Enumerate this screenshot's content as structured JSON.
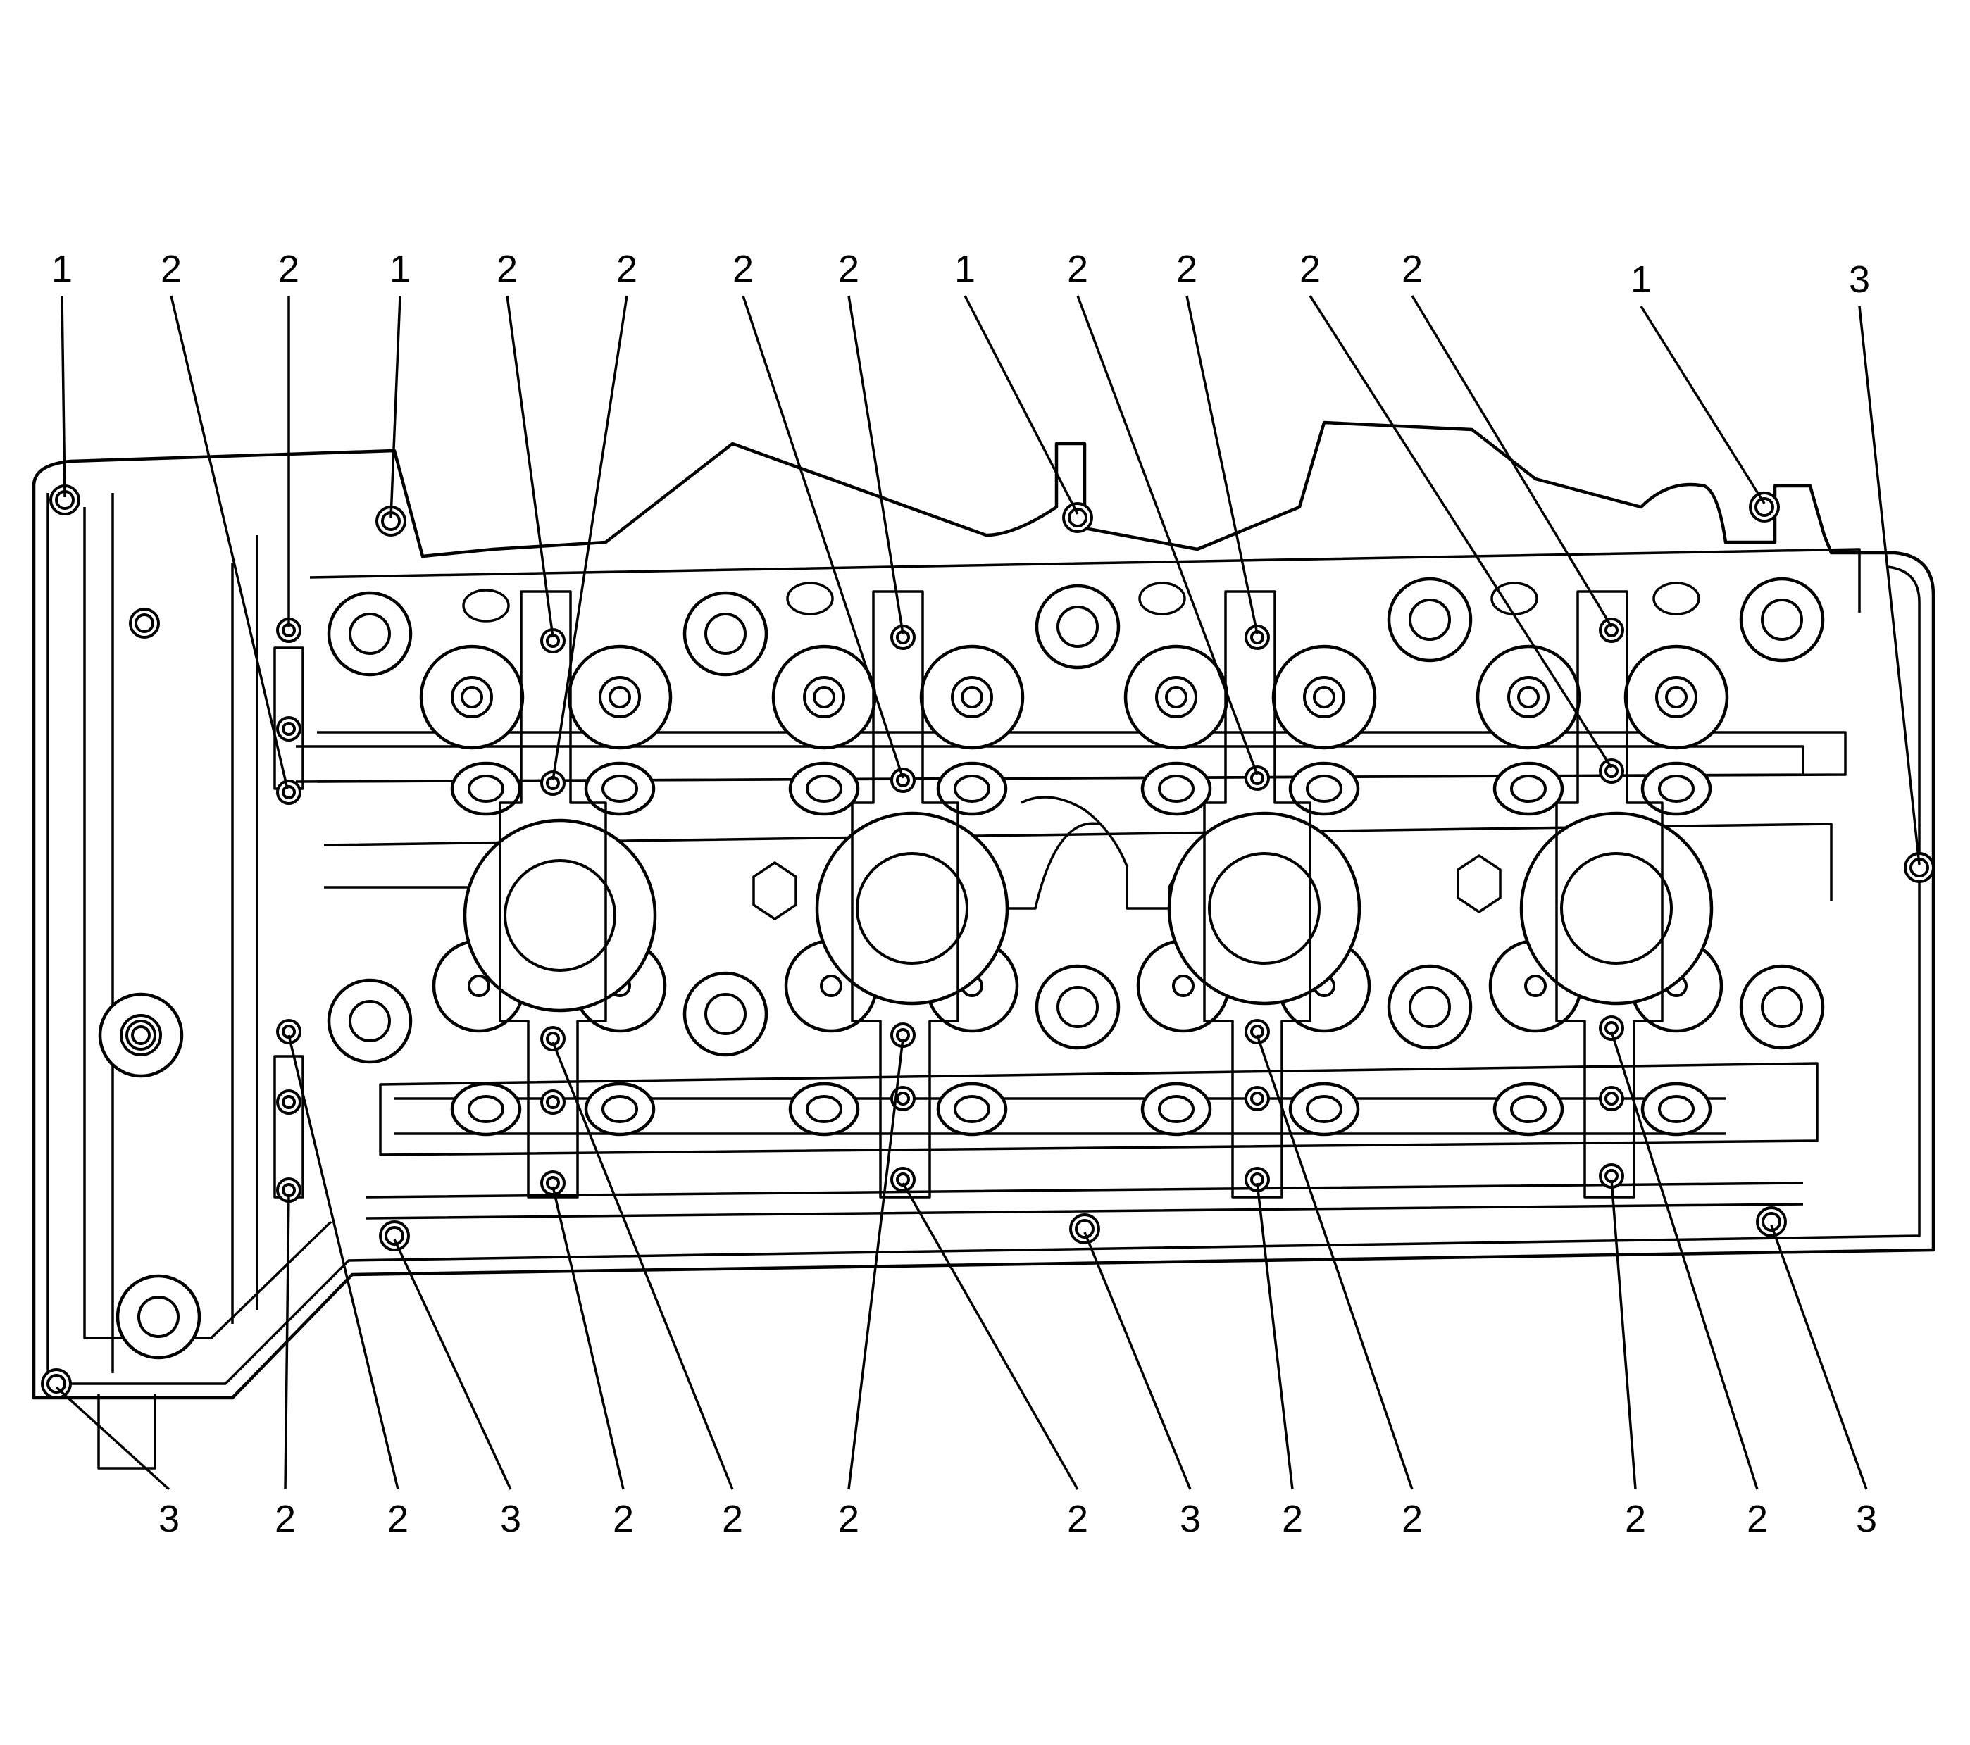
{
  "diagram": {
    "subject": "engine-cylinder-head-bolt-locations",
    "callouts": {
      "valve_cover_bolt_1": "1",
      "camshaft_cap_bolt_2": "2",
      "valve_cover_bolt_3": "3"
    }
  }
}
